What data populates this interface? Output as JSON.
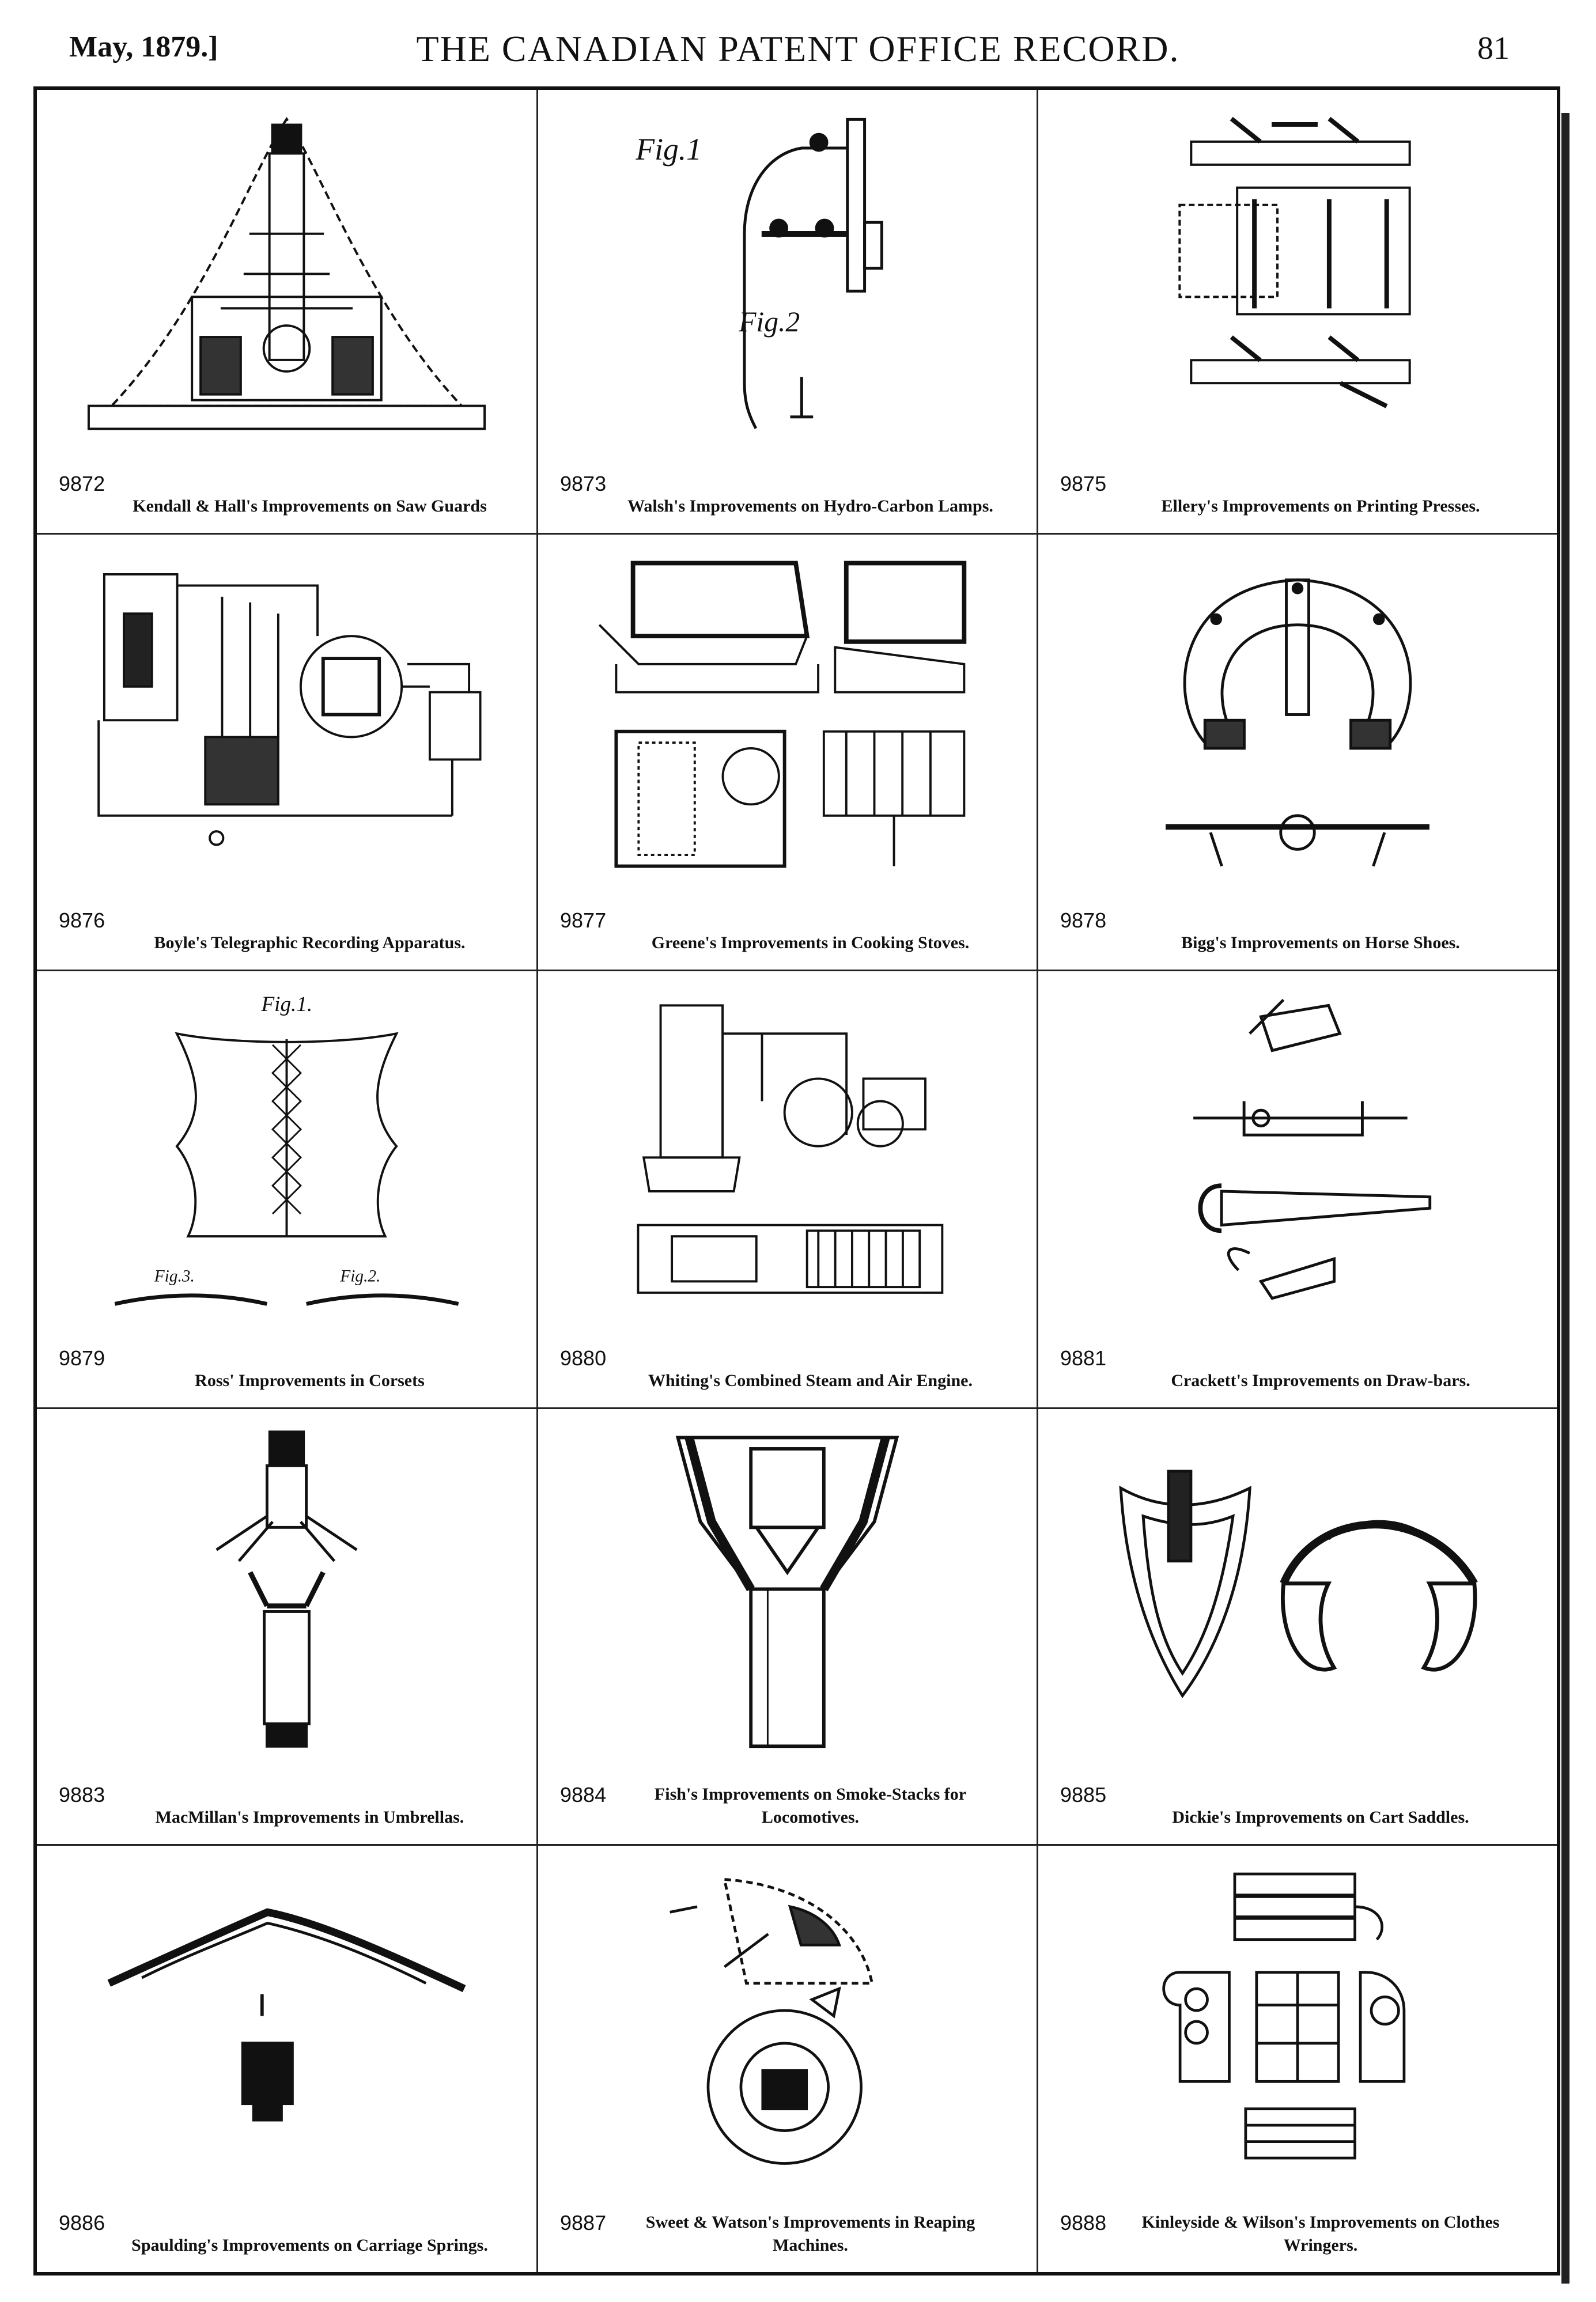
{
  "header": {
    "date": "May, 1879.]",
    "title": "THE CANADIAN PATENT OFFICE RECORD.",
    "page_number": "81"
  },
  "entries": [
    {
      "number": "9872",
      "caption": "Kendall & Hall's Improvements on Saw Guards",
      "drawing": "saw-guard-drawing"
    },
    {
      "number": "9873",
      "caption": "Walsh's Improvements on Hydro-Carbon Lamps.",
      "drawing": "hydro-carbon-lamp-drawing",
      "fig1": "Fig.1",
      "fig2": "Fig.2"
    },
    {
      "number": "9875",
      "caption": "Ellery's Improvements on Printing Presses.",
      "drawing": "printing-press-drawing"
    },
    {
      "number": "9876",
      "caption": "Boyle's Telegraphic Recording Apparatus.",
      "drawing": "telegraphic-apparatus-drawing"
    },
    {
      "number": "9877",
      "caption": "Greene's Improvements in Cooking Stoves.",
      "drawing": "cooking-stove-drawing"
    },
    {
      "number": "9878",
      "caption": "Bigg's Improvements on Horse Shoes.",
      "drawing": "horse-shoe-drawing"
    },
    {
      "number": "9879",
      "caption": "Ross' Improvements in Corsets",
      "drawing": "corset-drawing",
      "fig1": "Fig.1.",
      "fig2": "Fig.2.",
      "fig3": "Fig.3."
    },
    {
      "number": "9880",
      "caption": "Whiting's Combined Steam and Air Engine.",
      "drawing": "steam-air-engine-drawing"
    },
    {
      "number": "9881",
      "caption": "Crackett's Improvements on Draw-bars.",
      "drawing": "draw-bar-drawing"
    },
    {
      "number": "9883",
      "caption": "MacMillan's Improvements in Umbrellas.",
      "drawing": "umbrella-drawing"
    },
    {
      "number": "9884",
      "caption": "Fish's Improvements on Smoke-Stacks for Locomotives.",
      "drawing": "smoke-stack-drawing"
    },
    {
      "number": "9885",
      "caption": "Dickie's Improvements on Cart Saddles.",
      "drawing": "cart-saddle-drawing"
    },
    {
      "number": "9886",
      "caption": "Spaulding's Improvements on Carriage Springs.",
      "drawing": "carriage-spring-drawing"
    },
    {
      "number": "9887",
      "caption": "Sweet & Watson's Improvements in Reaping Machines.",
      "drawing": "reaping-machine-drawing"
    },
    {
      "number": "9888",
      "caption": "Kinleyside & Wilson's Improvements on Clothes Wringers.",
      "drawing": "clothes-wringer-drawing"
    }
  ]
}
